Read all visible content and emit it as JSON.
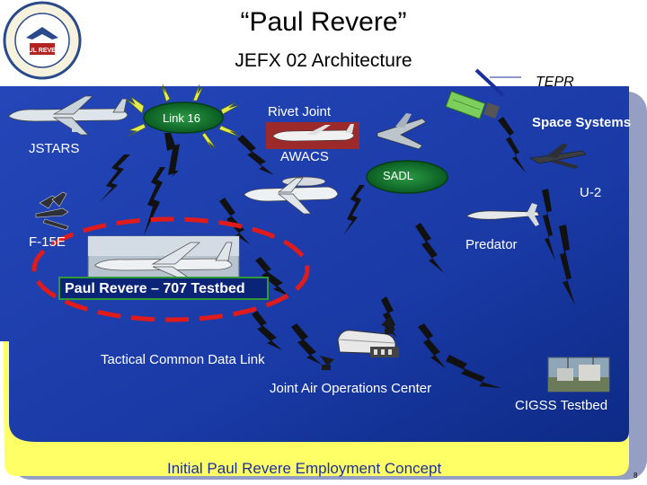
{
  "header": {
    "title": "“Paul Revere”",
    "subtitle": "JEFX 02 Architecture"
  },
  "seal": {
    "text": "PAUL REVERE"
  },
  "labels": {
    "tepr": "TEPR",
    "link16": "Link 16",
    "rivet_joint": "Rivet Joint",
    "space_systems": "Space Systems",
    "jstars": "JSTARS",
    "awacs": "AWACS",
    "sadl": "SADL",
    "u2": "U-2",
    "f15e": "F-15E",
    "predator": "Predator",
    "testbed_707": "Paul Revere – 707 Testbed",
    "tcdl": "Tactical Common Data Link",
    "jaoc": "Joint Air Operations Center",
    "cigss": "CIGSS Testbed",
    "concept": "Initial Paul Revere Employment  Concept",
    "page_number": "8"
  },
  "colors": {
    "panel_blue": "#1a3aa6",
    "panel_dark": "#0a2477",
    "ground_yellow": "#ffff66",
    "link_green": "#0f7a2e",
    "highlight_red": "#e01b1b",
    "bolt_black": "#111111"
  }
}
